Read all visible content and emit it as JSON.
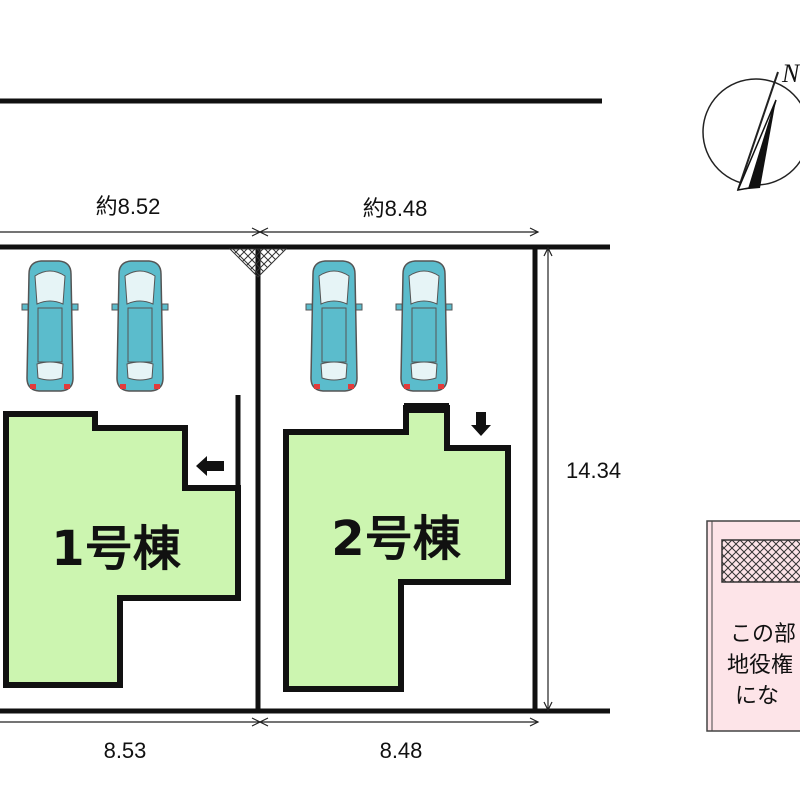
{
  "compass": {
    "north_label": "N"
  },
  "dimensions": {
    "top_left": "約8.52",
    "top_right": "約8.48",
    "bottom_left": "8.53",
    "bottom_right": "8.48",
    "right_depth": "14.34"
  },
  "buildings": [
    {
      "label": "1号棟",
      "color": "#ccf5b0"
    },
    {
      "label": "2号棟",
      "color": "#ccf5b0"
    }
  ],
  "legend": {
    "background": "#fde4e8",
    "lines": [
      "この部",
      "地役権",
      "にな"
    ]
  },
  "car_color": "#5bbccc"
}
